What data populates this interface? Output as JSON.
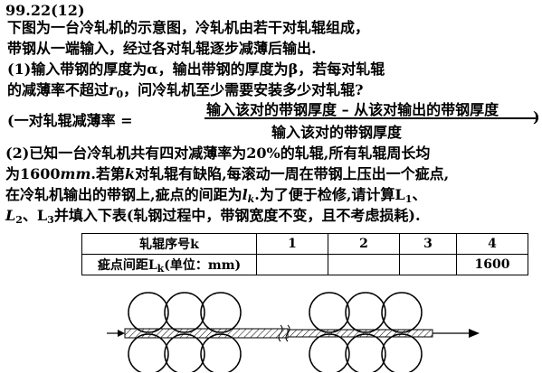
{
  "problem": {
    "number": "99.22(12)",
    "line1": "下图为一台冷轧机的示意图，冷轧机由若干对轧辊组成，",
    "line2": "带钢从一端输入，经过各对轧辊逐步减薄后输出.",
    "q1_a": "(1)输入带钢的厚度为α，输出带钢的厚度为β，若每对轧辊",
    "q1_b_pre": "的减薄率不超过",
    "r_sym": "r",
    "r_sub": "0",
    "q1_b_post": "，问冷轧机至少需要安装多少对轧辊?",
    "formula_lp": "(一对轧辊减薄率 =",
    "formula_num": "输入该对的带钢厚度 – 从该对输出的带钢厚度",
    "formula_den": "输入该对的带钢厚度",
    "formula_rp": ")",
    "q2_a": "(2)已知一台冷轧机共有四对减薄率为20%的轧辊,所有轧辊周长均",
    "q2_b_pre": "为1600",
    "q2_b_mm": "mm",
    "q2_b_mid": ".若第",
    "q2_b_k": "k",
    "q2_b_post": "对轧辊有缺陷,每滚动一周在带钢上压出一个疵点,",
    "q2_c_pre": "在冷轧机输出的带钢上,疵点的间距为",
    "l_sym": "l",
    "l_sub": "k",
    "q2_c_post": ".为了便于检修,请计算L",
    "q2_c_sub1": "1",
    "q2_c_end": "、",
    "q2_d_L2": "L",
    "q2_d_sub2": "2",
    "q2_d_mid": "、L",
    "q2_d_sub3": "3",
    "q2_d_post": "并填入下表(轧钢过程中，带钢宽度不变，且不考虑损耗)."
  },
  "table": {
    "header": "轧辊序号k",
    "cols": [
      "1",
      "2",
      "3",
      "4"
    ],
    "row_label_pre": "疵点间距L",
    "row_label_sub": "k",
    "row_label_post": "(单位：mm)",
    "values": [
      "",
      "",
      "",
      "1600"
    ]
  }
}
